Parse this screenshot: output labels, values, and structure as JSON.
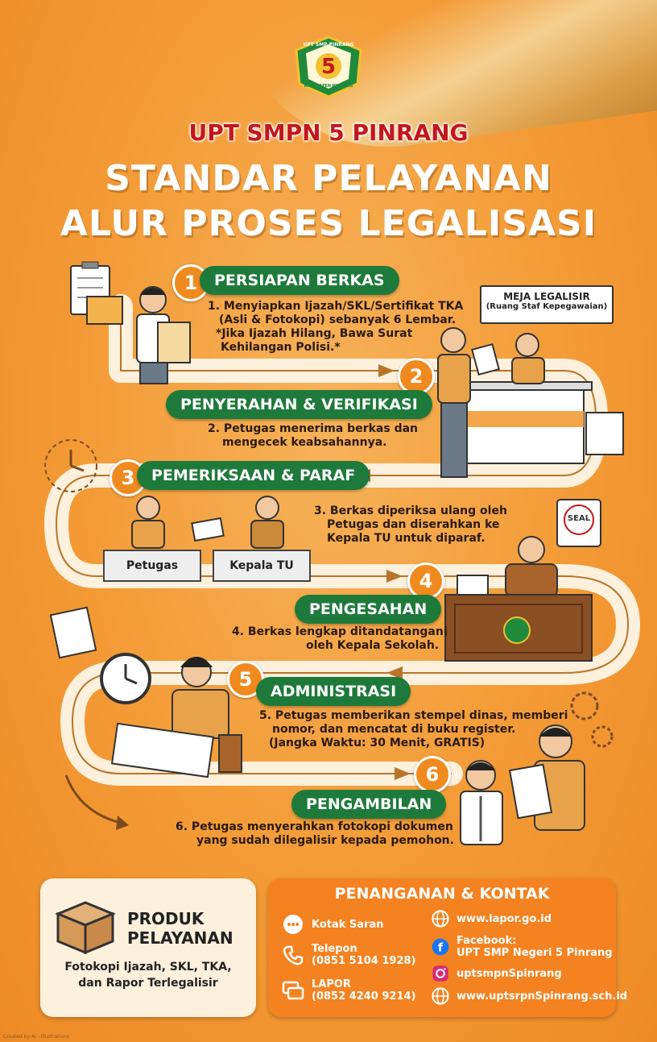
{
  "header": {
    "school": "UPT SMPN 5 PINRANG",
    "title_line1": "STANDAR PELAYANAN",
    "title_line2": "ALUR PROSES LEGALISASI",
    "logo": {
      "top_text": "UPT SMP PINRANG",
      "number": "5",
      "bottom_text": "KABUPATEN PINRANG"
    }
  },
  "steps": [
    {
      "number": "1",
      "title": "PERSIAPAN BERKAS",
      "lines": [
        "1. Menyiapkan Ijazah/SKL/Sertifikat TKA",
        "(Asli & Fotokopi) sebanyak 6 Lembar.",
        "*Jika Ijazah Hilang, Bawa Surat",
        "Kehilangan Polisi.*"
      ]
    },
    {
      "number": "2",
      "title": "PENYERAHAN & VERIFIKASI",
      "lines": [
        "2. Petugas menerima berkas dan",
        "mengecek keabsahannya."
      ]
    },
    {
      "number": "3",
      "title": "PEMERIKSAAN & PARAF",
      "lines": [
        "3. Berkas diperiksa ulang oleh",
        "Petugas dan diserahkan ke",
        "Kepala TU untuk diparaf."
      ]
    },
    {
      "number": "4",
      "title": "PENGESAHAN",
      "lines": [
        "4. Berkas lengkap ditandatangani",
        "oleh Kepala Sekolah."
      ]
    },
    {
      "number": "5",
      "title": "ADMINISTRASI",
      "lines": [
        "5. Petugas memberikan stempel dinas, memberi",
        "nomor, dan mencatat di buku register.",
        "(Jangka Waktu: 30 Menit, GRATIS)"
      ]
    },
    {
      "number": "6",
      "title": "PENGAMBILAN",
      "lines": [
        "6. Petugas menyerahkan fotokopi dokumen",
        "yang sudah dilegalisir kepada pemohon."
      ]
    }
  ],
  "meja": {
    "title": "MEJA LEGALISIR",
    "subtitle": "(Ruang Staf Kepegawaian)"
  },
  "desks": {
    "petugas": "Petugas",
    "kepala_tu": "Kepala TU",
    "seal": "SEAL"
  },
  "produk": {
    "title_line1": "PRODUK",
    "title_line2": "PELAYANAN",
    "desc_lines": [
      "Fotokopi Ijazah, SKL, TKA,",
      "dan Rapor Terlegalisir"
    ]
  },
  "contact": {
    "title": "PENANGANAN & KONTAK",
    "left": [
      {
        "icon": "chat-icon",
        "lines": [
          "Kotak Saran"
        ]
      },
      {
        "icon": "phone-icon",
        "lines": [
          "Telepon",
          "(0851 5104 1928)"
        ]
      },
      {
        "icon": "lapor-icon",
        "lines": [
          "LAPOR",
          "(0852 4240 9214)"
        ]
      }
    ],
    "right": [
      {
        "icon": "globe-icon",
        "lines": [
          "www.lapor.go.id"
        ]
      },
      {
        "icon": "facebook-icon",
        "lines": [
          "Facebook:",
          "UPT SMP Negeri 5 Pinrang"
        ]
      },
      {
        "icon": "instagram-icon",
        "lines": [
          "uptsmpnSpinrang"
        ]
      },
      {
        "icon": "globe-icon",
        "lines": [
          "www.uptsrpnSpinrang.sch.id"
        ]
      }
    ]
  },
  "colors": {
    "accent": "#f08a1e",
    "green": "#1e7a3a",
    "red": "#c4161c",
    "path": "#fdf0dc"
  },
  "footer": "Created by AI - Illustrations"
}
